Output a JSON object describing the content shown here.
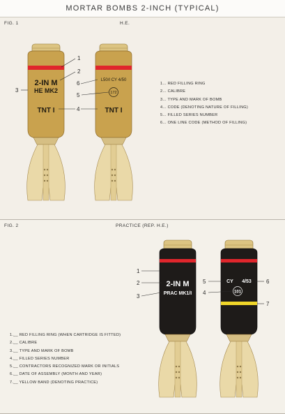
{
  "title": "MORTAR BOMBS 2-INCH (TYPICAL)",
  "fig1": {
    "fig_label": "FIG. 1",
    "heading": "H.E.",
    "left_bomb": {
      "calibre": "2-IN M",
      "mark": "HE MK2",
      "filling": "TNT I"
    },
    "right_bomb": {
      "line_code": "L50/I CY 4/50",
      "series": "172",
      "filling": "TNT I"
    },
    "callouts": [
      "1",
      "2",
      "3",
      "4",
      "5",
      "6"
    ],
    "legend": [
      "1... RED FILLING RING",
      "2... CALIBRE",
      "3... TYPE AND MARK OF BOMB",
      "4... CODE (DENOTING NATURE OF FILLING)",
      "5... FILLED SERIES NUMBER",
      "6... ONE LINE CODE (METHOD OF FILLING)"
    ],
    "colors": {
      "body": "#c9a24e",
      "ring": "#e0262c",
      "nose": "#dbc487",
      "tail": "#e9d7a6"
    }
  },
  "fig2": {
    "fig_label": "FIG. 2",
    "heading": "PRACTICE (REP. H.E.)",
    "left_bomb": {
      "calibre": "2-IN M",
      "mark": "PRAC MK1/I"
    },
    "right_bomb": {
      "contractor": "CY",
      "date": "4/53",
      "series": "101"
    },
    "callouts": [
      "1",
      "2",
      "3",
      "5",
      "4",
      "6",
      "7"
    ],
    "legend": [
      "1.__ RED FILLING RING (WHEN CARTRIDGE IS FITTED)",
      "2.__ CALIBRE",
      "3.__ TYPE AND MARK OF BOMB",
      "4.__ FILLED SERIES NUMBER",
      "5.__ CONTRACTORS  RECOGNIZED MARK OR INITIALS",
      "6.__ DATE OF ASSEMBLY (MONTH AND YEAR)",
      "7.__ YELLOW BAND (DENOTING PRACTICE)"
    ],
    "colors": {
      "body": "#1e1b19",
      "ring": "#e0262c",
      "band": "#f0d62a",
      "nose": "#dbc487"
    }
  }
}
